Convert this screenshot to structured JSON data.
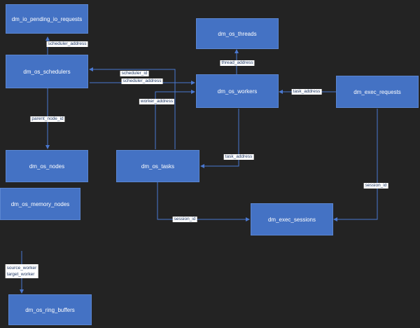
{
  "nodes": {
    "io_pending": "dm_io_pending_io_requests",
    "schedulers": "dm_os_schedulers",
    "threads": "dm_os_threads",
    "workers": "dm_os_workers",
    "exec_requests": "dm_exec_requests",
    "nodes": "dm_os_nodes",
    "tasks": "dm_os_tasks",
    "memory_nodes": "dm_os_memory_nodes",
    "exec_sessions": "dm_exec_sessions",
    "ring_buffers": "dm_os_ring_buffers"
  },
  "edges": {
    "scheduler_address_io": "scheduler_address",
    "thread_address": "thread_address",
    "scheduler_id": "scheduler_id",
    "scheduler_address_workers": "scheduler_address",
    "task_address_requests": "task_address",
    "worker_address": "worker_address",
    "parent_node_id": "parent_node_id",
    "task_address_tasks": "task_address",
    "session_id_requests": "session_id",
    "session_id_tasks": "session_id",
    "source_worker": "source_worker",
    "target_worker": "target_worker"
  },
  "colors": {
    "background": "#232323",
    "node_fill": "#4472c4",
    "edge": "#4472c4"
  }
}
